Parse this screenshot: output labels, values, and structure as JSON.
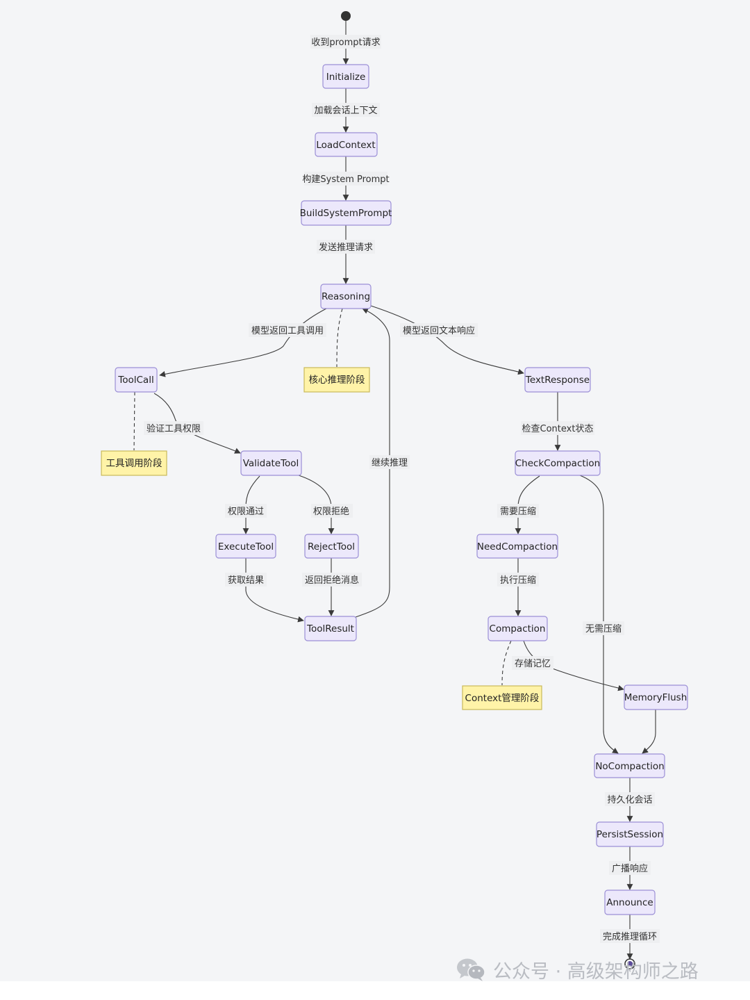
{
  "diagram": {
    "nodes": {
      "initialize": "Initialize",
      "load_context": "LoadContext",
      "build_system_prompt": "BuildSystemPrompt",
      "reasoning": "Reasoning",
      "tool_call": "ToolCall",
      "text_response": "TextResponse",
      "validate_tool": "ValidateTool",
      "check_compaction": "CheckCompaction",
      "execute_tool": "ExecuteTool",
      "reject_tool": "RejectTool",
      "need_compaction": "NeedCompaction",
      "tool_result": "ToolResult",
      "compaction": "Compaction",
      "memory_flush": "MemoryFlush",
      "no_compaction": "NoCompaction",
      "persist_session": "PersistSession",
      "announce": "Announce"
    },
    "notes": {
      "core_reasoning": "核心推理阶段",
      "tool_call_phase": "工具调用阶段",
      "context_phase": "Context管理阶段"
    },
    "edges": {
      "start_to_initialize": "收到prompt请求",
      "initialize_to_load": "加载会话上下文",
      "load_to_build": "构建System Prompt",
      "build_to_reasoning": "发送推理请求",
      "reasoning_to_toolcall": "模型返回工具调用",
      "reasoning_to_text": "模型返回文本响应",
      "toolcall_to_validate": "验证工具权限",
      "text_to_check": "检查Context状态",
      "continue_reasoning": "继续推理",
      "validate_to_execute": "权限通过",
      "validate_to_reject": "权限拒绝",
      "check_to_need": "需要压缩",
      "execute_to_result": "获取结果",
      "reject_to_result": "返回拒绝消息",
      "need_to_compaction": "执行压缩",
      "check_to_no": "无需压缩",
      "compaction_to_flush": "存储记忆",
      "no_to_persist": "持久化会话",
      "persist_to_announce": "广播响应",
      "announce_to_end": "完成推理循环"
    }
  },
  "watermark": {
    "text": "公众号 · 高级架构师之路",
    "icon": "wechat-icon"
  }
}
